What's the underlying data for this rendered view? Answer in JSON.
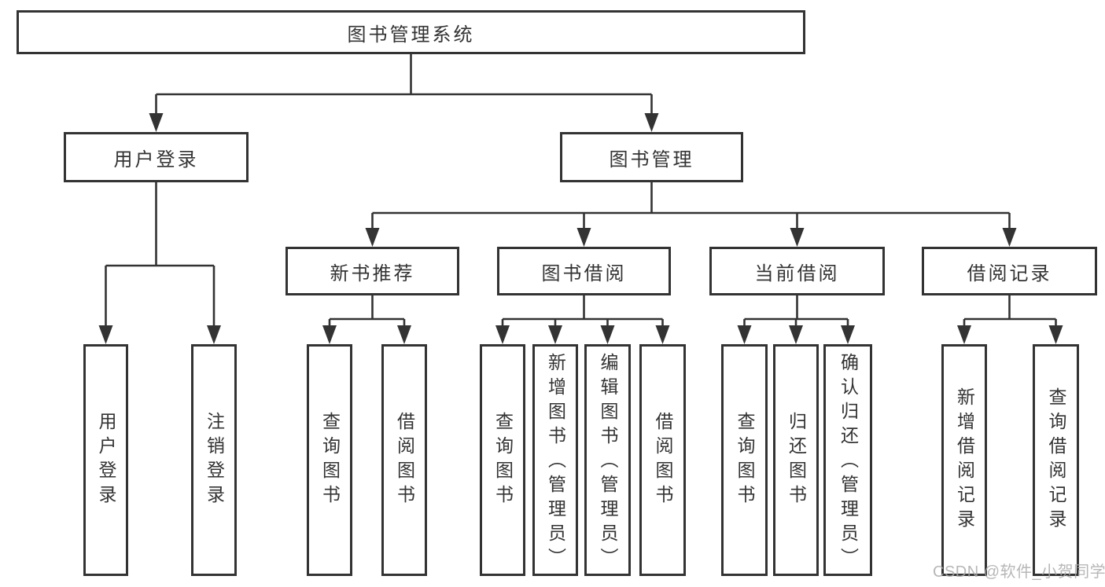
{
  "tree": {
    "root": "图书管理系统",
    "branches": [
      {
        "label": "用户登录",
        "children": [
          "用户登录",
          "注销登录"
        ]
      },
      {
        "label": "图书管理",
        "modules": [
          {
            "label": "新书推荐",
            "children": [
              "查询图书",
              "借阅图书"
            ]
          },
          {
            "label": "图书借阅",
            "children": [
              "查询图书",
              "新增图书（管理员）",
              "编辑图书（管理员）",
              "借阅图书"
            ]
          },
          {
            "label": "当前借阅",
            "children": [
              "查询图书",
              "归还图书",
              "确认归还（管理员）"
            ]
          },
          {
            "label": "借阅记录",
            "children": [
              "新增借阅记录",
              "查询借阅记录"
            ]
          }
        ]
      }
    ]
  },
  "watermark": "CSDN @软件_小贺同学",
  "colors": {
    "line": "#333333",
    "text": "#333333",
    "box_background": "#ffffff",
    "watermark": "#aaaaaa"
  }
}
